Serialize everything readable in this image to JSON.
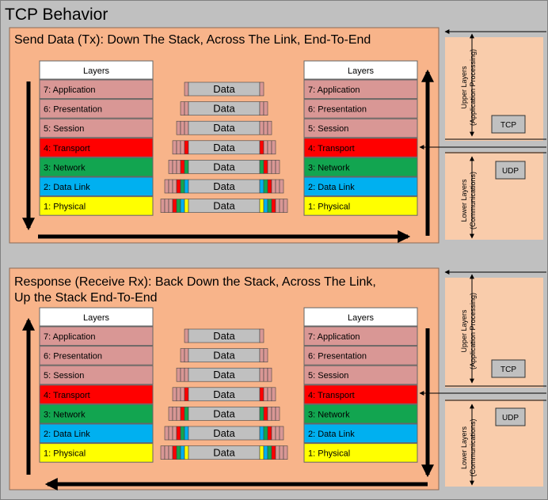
{
  "title": "TCP Behavior",
  "colors": {
    "background": "#c0c0c0",
    "panel": "#f8b48a",
    "side_panel": "#f9ccab",
    "application": "#d99795",
    "presentation": "#d99795",
    "session": "#d99795",
    "transport": "#ff0000",
    "network": "#12a550",
    "data_link": "#00b0f0",
    "physical": "#ffff00",
    "data_block": "#c0c0c0"
  },
  "layers": [
    "7: Application",
    "6: Presentation",
    "5: Session",
    "4: Transport",
    "3: Network",
    "2: Data Link",
    "1: Physical"
  ],
  "layers_header": "Layers",
  "data_label": "Data",
  "panels": [
    {
      "title_lines": [
        "Send Data (Tx): Down The Stack, Across The Link, End-To-End"
      ],
      "flow": "down-across-up"
    },
    {
      "title_lines": [
        "Response (Receive Rx): Back Down the Stack, Across The Link,",
        "Up the Stack End-To-End"
      ],
      "flow": "up-across-down"
    }
  ],
  "side": {
    "upper_label": [
      "Upper Layers",
      "(Application Processing)"
    ],
    "lower_label": [
      "Lower Layers",
      "(Communications)"
    ],
    "tcp": "TCP",
    "udp": "UDP"
  }
}
